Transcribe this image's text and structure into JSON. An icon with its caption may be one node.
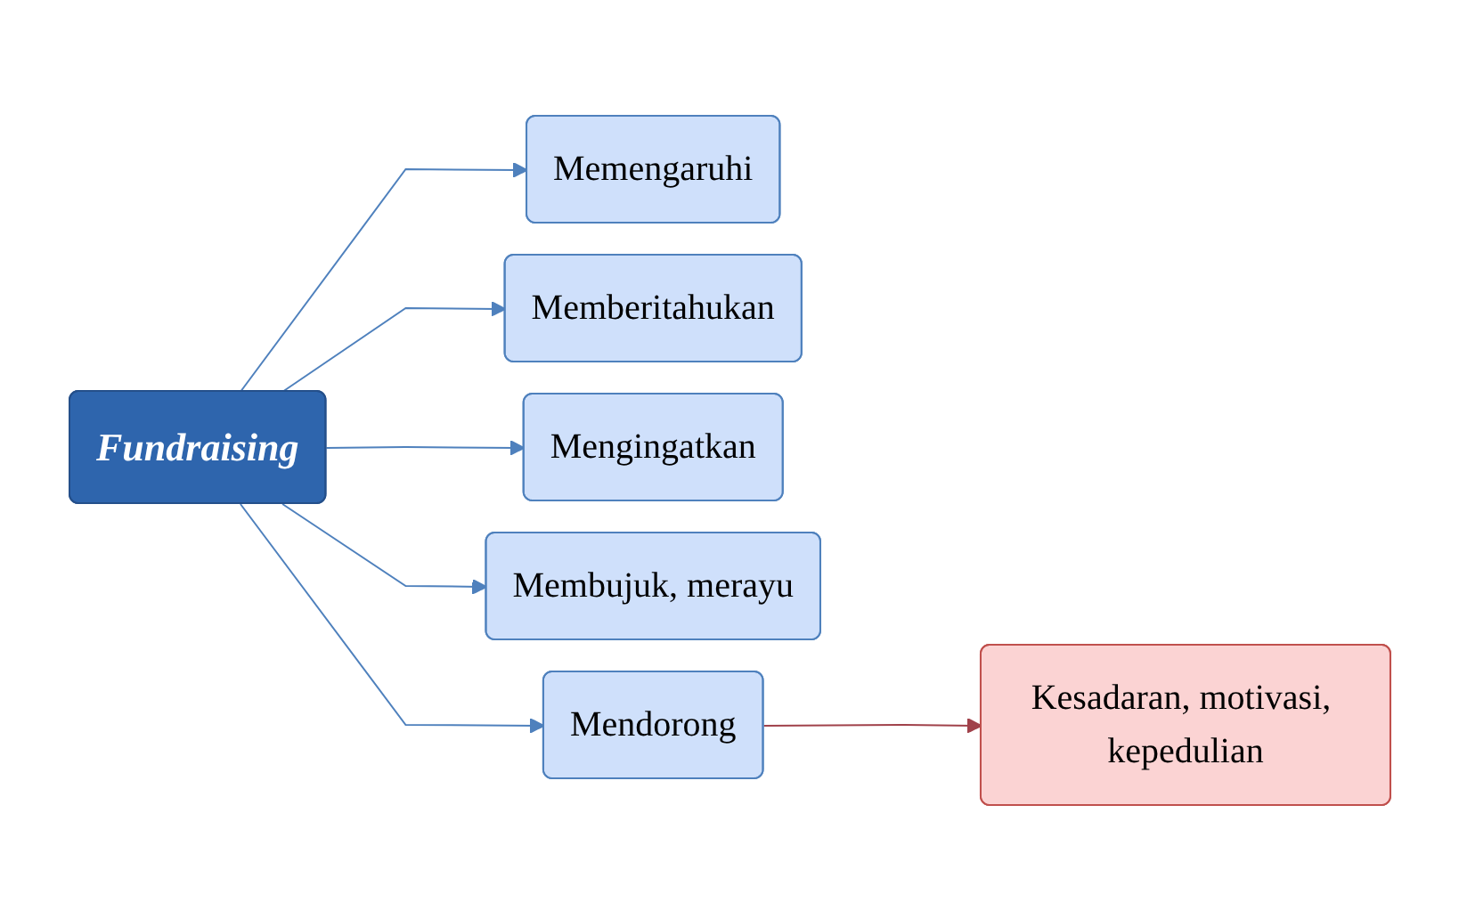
{
  "diagram": {
    "nodes": [
      {
        "text": [
          "Fundraising"
        ]
      },
      {
        "text": [
          "Memengaruhi"
        ]
      },
      {
        "text": [
          "Memberitahukan"
        ]
      },
      {
        "text": [
          "Mengingatkan"
        ]
      },
      {
        "text": [
          "Membujuk, merayu"
        ]
      },
      {
        "text": [
          "Mendorong"
        ]
      },
      {
        "text": [
          "Kesadaran, motivasi, kepedulian"
        ]
      }
    ],
    "edges": [
      {
        "from": 0,
        "to": 1,
        "arrow": "to"
      },
      {
        "from": 0,
        "to": 2,
        "arrow": "to"
      },
      {
        "from": 0,
        "to": 3,
        "arrow": "to"
      },
      {
        "from": 0,
        "to": 4,
        "arrow": "to"
      },
      {
        "from": 0,
        "to": 5,
        "arrow": "to"
      },
      {
        "from": 5,
        "to": 6,
        "arrow": "to",
        "color": "#a0414a"
      }
    ]
  }
}
